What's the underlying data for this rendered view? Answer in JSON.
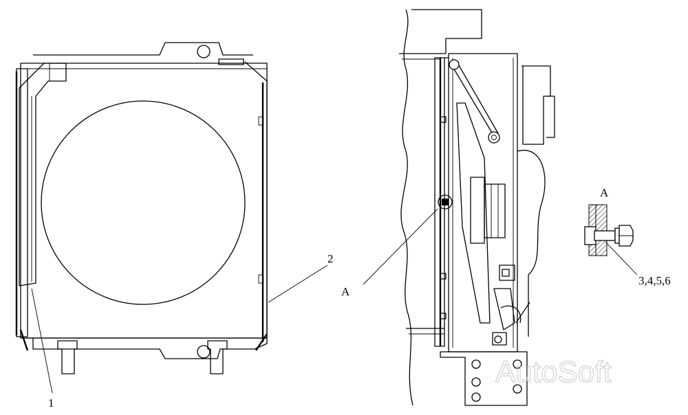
{
  "callouts": {
    "item1": "1",
    "item2": "2",
    "view_a_pointer": "A",
    "view_a_title": "A",
    "items_detail": "3,4,5,6"
  },
  "watermark": "AutoSoft"
}
